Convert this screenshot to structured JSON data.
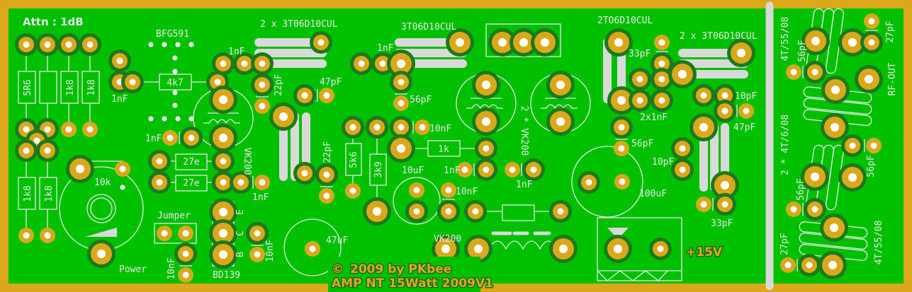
{
  "board": {
    "title": "AMP NT 15Watt 2009V1",
    "copyright": "2009 by PKbee",
    "copyright_symbol": "©",
    "colors": {
      "board": "#00c000",
      "border": "#dba81c",
      "pad": "#dba81c",
      "pad_ring": "#1a7a1a",
      "silk": "#e6e6e6"
    }
  },
  "labels": {
    "attn": "Attn : 1dB",
    "bfg591": "BFG591",
    "r_5r6": "5R6",
    "r_1k8_a": "1k8",
    "r_1k8_b": "1k8",
    "r_1k8_c": "1k8",
    "r_1k8_d": "1k8",
    "c_1nf_a": "1nF",
    "r_4k7": "4k7",
    "c_1nf_b": "1nF",
    "vk200_a": "VK200",
    "r_27e_a": "27e",
    "r_27e_b": "27e",
    "c_1nf_c": "1nF",
    "pot_10k": "10k",
    "power": "Power",
    "jumper": "Jumper",
    "bd139": "BD139",
    "pin_e": "E",
    "pin_c": "C",
    "pin_b": "B",
    "c_10nf_a": "10nF",
    "c_10nf_b": "10nF",
    "coil_2x3t_a": "2 x 3T06D10CUL",
    "c_1nf_d": "1nF",
    "c_22pf_a": "22pF",
    "c_47pf_a": "47pF",
    "c_22pf_b": "22pF",
    "coil_3t": "3T06D10CUL",
    "c_1nf_e": "1nF",
    "c_56pf_a": "56pF",
    "c_10nf_c": "10nF",
    "r_5k6": "5k6",
    "r_3k9": "3k9",
    "r_1k": "1k",
    "c_1nf_f": "1nF",
    "c_1nf_g": "1nF",
    "c_10uf": "10uF",
    "c_10nf_d": "10nF",
    "c_47uf": "47uF",
    "vk200_b": "VK200",
    "vk200_2x": "2 * VK200",
    "coil_2t": "2TO6D10CUL",
    "c_33pf_a": "33pF",
    "c_2x1nf": "2x1nF",
    "c_56pf_b": "56pF",
    "c_100uf": "100uF",
    "coil_2x3t_b": "2 x 3T06D10CUL",
    "c_10pf_a": "10pF",
    "c_47pf_b": "47pF",
    "c_10pf_b": "10pF",
    "c_33pf_b": "33pF",
    "supply": "+15V",
    "coil_4t55_a": "4T/55/08",
    "c_56pf_c": "56pF",
    "c_27pf_a": "27pF",
    "rf_out": "RF-OUT",
    "coil_2x4t6": "2 * 4T/6/08",
    "c_56pf_d": "56pF",
    "c_56pf_e": "56pF",
    "c_27pf_b": "27pF",
    "coil_4t55_b": "4T/55/08"
  }
}
